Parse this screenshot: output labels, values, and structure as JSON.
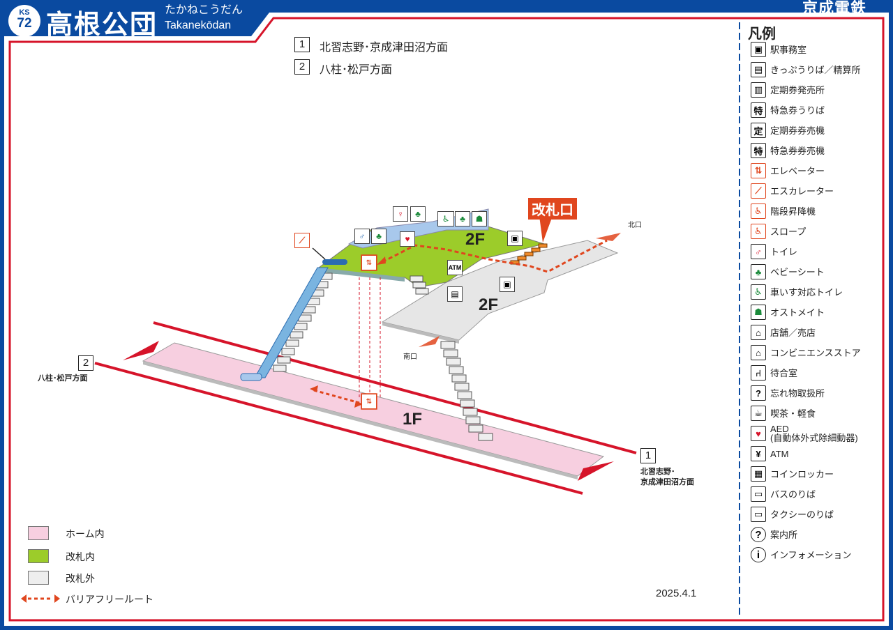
{
  "header": {
    "badge_code": "KS",
    "badge_number": "72",
    "station_name": "高根公団",
    "station_kana": "たかねこうだん",
    "station_romaji": "Takanekōdan",
    "brand": "京成電鉄"
  },
  "directions": [
    {
      "number": "1",
      "label": "北習志野･京成津田沼方面"
    },
    {
      "number": "2",
      "label": "八柱･松戸方面"
    }
  ],
  "map": {
    "ticket_gate_label": "改札口",
    "floor_2f": "2F",
    "floor_1f": "1F",
    "north_exit": "北口",
    "south_exit": "南口",
    "platform_dir_2_number": "2",
    "platform_dir_2_label": "八柱･松戸方面",
    "platform_dir_1_number": "1",
    "platform_dir_1_line1": "北習志野･",
    "platform_dir_1_line2": "京成津田沼方面"
  },
  "area_legend": [
    {
      "label": "ホーム内",
      "color": "#f7cfe0"
    },
    {
      "label": "改札内",
      "color": "#9ccc2a"
    },
    {
      "label": "改札外",
      "color": "#eeeeee"
    },
    {
      "label": "バリアフリールート",
      "color": "#e0461e"
    }
  ],
  "date": "2025.4.1",
  "legend": {
    "title": "凡例",
    "items": [
      {
        "icon": "station-office-icon",
        "label": "駅事務室"
      },
      {
        "icon": "ticket-office-icon",
        "label": "きっぷうりば／精算所"
      },
      {
        "icon": "commuter-pass-office-icon",
        "label": "定期券発売所"
      },
      {
        "icon": "limited-express-ticket-icon",
        "label": "特急券うりば"
      },
      {
        "icon": "pass-vending-machine-icon",
        "label": "定期券券売機"
      },
      {
        "icon": "express-vending-machine-icon",
        "label": "特急券券売機"
      },
      {
        "icon": "elevator-icon",
        "label": "エレベーター"
      },
      {
        "icon": "escalator-icon",
        "label": "エスカレーター"
      },
      {
        "icon": "stair-lift-icon",
        "label": "階段昇降機"
      },
      {
        "icon": "slope-icon",
        "label": "スロープ"
      },
      {
        "icon": "toilet-icon",
        "label": "トイレ"
      },
      {
        "icon": "baby-seat-icon",
        "label": "ベビーシート"
      },
      {
        "icon": "wheelchair-toilet-icon",
        "label": "車いす対応トイレ"
      },
      {
        "icon": "ostomate-icon",
        "label": "オストメイト"
      },
      {
        "icon": "shop-icon",
        "label": "店舗／売店"
      },
      {
        "icon": "convenience-store-icon",
        "label": "コンビニエンスストア"
      },
      {
        "icon": "waiting-room-icon",
        "label": "待合室"
      },
      {
        "icon": "lost-and-found-icon",
        "label": "忘れ物取扱所"
      },
      {
        "icon": "cafe-icon",
        "label": "喫茶・軽食"
      },
      {
        "icon": "aed-icon",
        "label": "AED",
        "sub": "(自動体外式除細動器)"
      },
      {
        "icon": "atm-icon",
        "label": "ATM"
      },
      {
        "icon": "coin-locker-icon",
        "label": "コインロッカー"
      },
      {
        "icon": "bus-icon",
        "label": "バスのりば"
      },
      {
        "icon": "taxi-icon",
        "label": "タクシーのりば"
      },
      {
        "icon": "information-question-icon",
        "label": "案内所"
      },
      {
        "icon": "information-icon",
        "label": "インフォメーション"
      }
    ]
  },
  "colors": {
    "brand_blue": "#0a4aa0",
    "frame_red": "#d6142a",
    "platform_pink": "#f7cfe0",
    "gate_green": "#9ccc2a",
    "outside_gray": "#e6e6e6",
    "route_orange": "#e0461e",
    "toilet_blue": "#a8c8ec"
  }
}
